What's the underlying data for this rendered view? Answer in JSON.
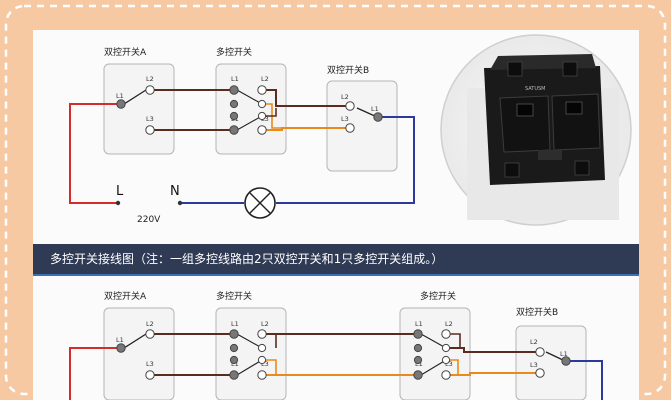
{
  "colors": {
    "page_bg": "#f6c9a3",
    "panel_bg": "#fbfbfb",
    "banner_bg": "#2f3b55",
    "banner_stripe": "#3e6fb3",
    "wire_live": "#d42b2b",
    "wire_neutral": "#2b3a9c",
    "wire_brown": "#5a2c20",
    "wire_orange": "#e88a1c"
  },
  "diagram_top": {
    "switch_a_label": "双控开关A",
    "multi_label": "多控开关",
    "switch_b_label": "双控开关B",
    "live_label": "L",
    "neutral_label": "N",
    "voltage_label": "220V"
  },
  "banner": {
    "text": "多控开关接线图（注：一组多控线路由2只双控开关和1只多控开关组成。）"
  },
  "diagram_bottom": {
    "switch_a_label": "双控开关A",
    "multi1_label": "多控开关",
    "multi2_label": "多控开关",
    "switch_b_label": "双控开关B"
  },
  "terminals": {
    "l1": "L1",
    "l2": "L2",
    "l3": "L3"
  },
  "photo": {
    "sublabel": "SATUSM"
  },
  "icons": {
    "lamp": "lamp-icon",
    "photo": "switch-back-photo"
  }
}
